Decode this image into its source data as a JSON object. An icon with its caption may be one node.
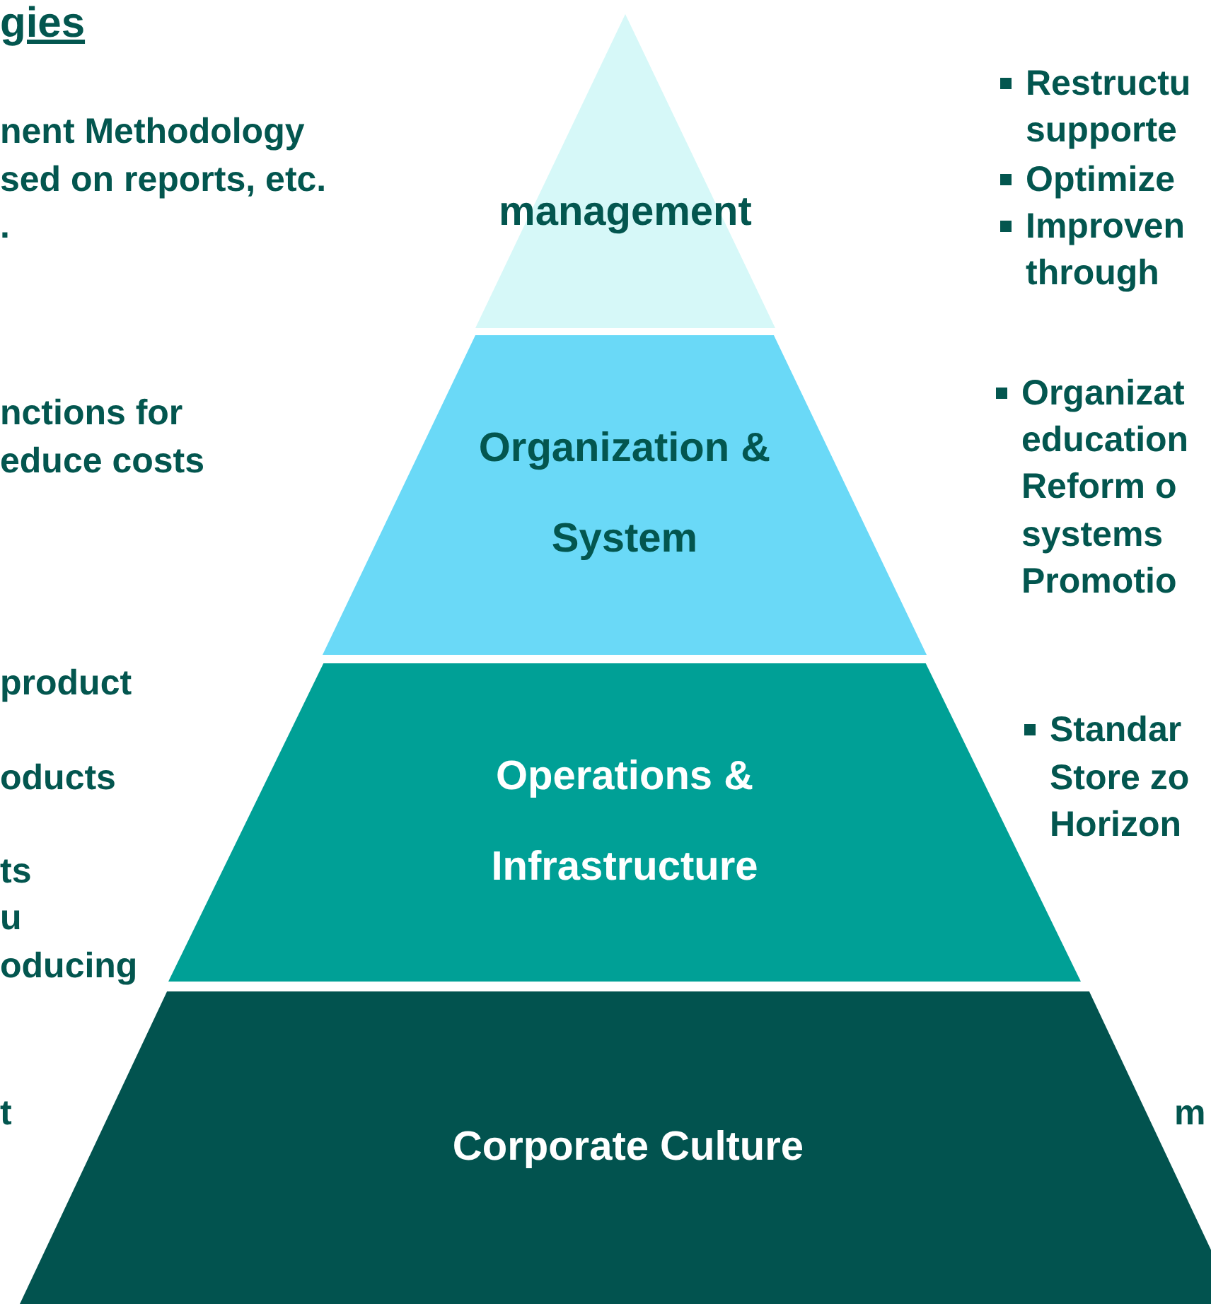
{
  "diagram": {
    "title": "gies",
    "nodes": [
      {
        "text": [
          "management"
        ]
      },
      {
        "text": [
          "Organization & System"
        ]
      },
      {
        "text": [
          "Operations & Infrastructure"
        ]
      },
      {
        "text": [
          "Corporate Culture"
        ]
      }
    ],
    "labels": [
      "nent Methodology",
      "sed on reports, etc.",
      ".",
      "nctions for",
      "educe costs",
      "product",
      "oducts",
      "ts",
      "u",
      "oducing",
      "t",
      "Restructu",
      "supporte",
      "Optimize",
      "Improven",
      "through",
      "Organizat",
      "education",
      "Reform o",
      "systems",
      "Promotio",
      "Standar",
      "Store zo",
      "Horizon",
      "m"
    ]
  }
}
